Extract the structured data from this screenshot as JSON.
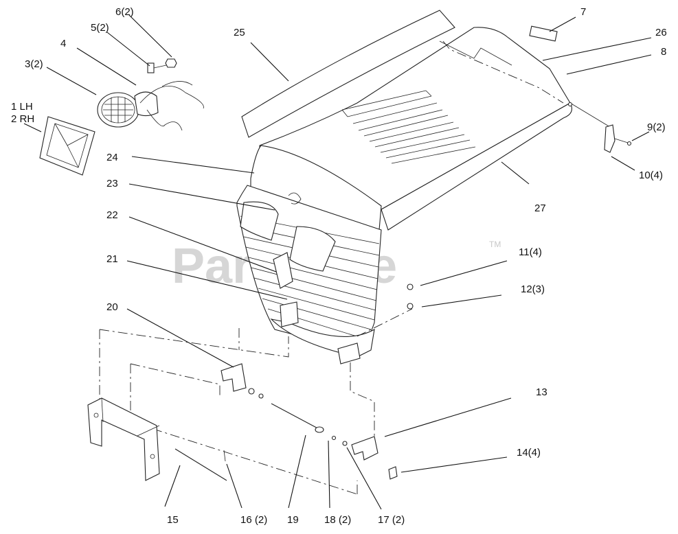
{
  "watermark": {
    "text": "PartsTree",
    "tm": "TM"
  },
  "callouts": {
    "c1": "1 LH",
    "c1b": "2 RH",
    "c3": "3(2)",
    "c4": "4",
    "c5": "5(2)",
    "c6": "6(2)",
    "c7": "7",
    "c8": "8",
    "c9": "9(2)",
    "c10": "10(4)",
    "c11": "11(4)",
    "c12": "12(3)",
    "c13": "13",
    "c14": "14(4)",
    "c15": "15",
    "c16": "16 (2)",
    "c17": "17 (2)",
    "c18": "18 (2)",
    "c19": "19",
    "c20": "20",
    "c21": "21",
    "c22": "22",
    "c23": "23",
    "c24": "24",
    "c25": "25",
    "c26": "26",
    "c27": "27"
  }
}
